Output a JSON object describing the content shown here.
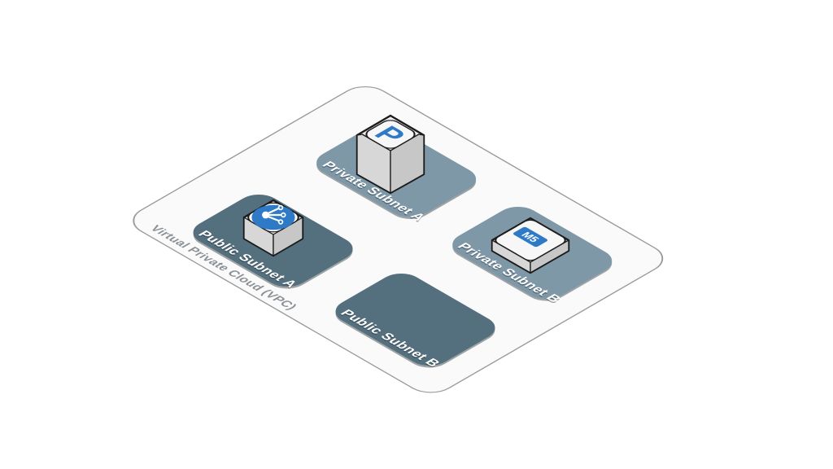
{
  "diagram": {
    "type": "isometric-architecture-diagram",
    "title": "Virtual Private Cloud (VPC)",
    "colors": {
      "background": "#FFFFFF",
      "plane_fill": "#FAFAFA",
      "plane_stroke": "#9B9B9B",
      "private_subnet_fill": "#7E98A8",
      "public_subnet_fill": "#546F7E",
      "subnet_label_text": "#FFFFFF",
      "vpc_label_text": "#8A9095",
      "accent_blue": "#2F7AC6"
    },
    "subnets": [
      {
        "label": "Private Subnet A",
        "type": "private",
        "icon": "p-keycap-icon"
      },
      {
        "label": "Public Subnet A",
        "type": "public",
        "icon": "load-balancer-icon"
      },
      {
        "label": "Private Subnet B",
        "type": "private",
        "icon": "ec2-m5-instance-icon"
      },
      {
        "label": "Public Subnet B",
        "type": "public",
        "icon": null
      }
    ],
    "icon_labels": {
      "p": "P",
      "m5": "M5"
    }
  }
}
